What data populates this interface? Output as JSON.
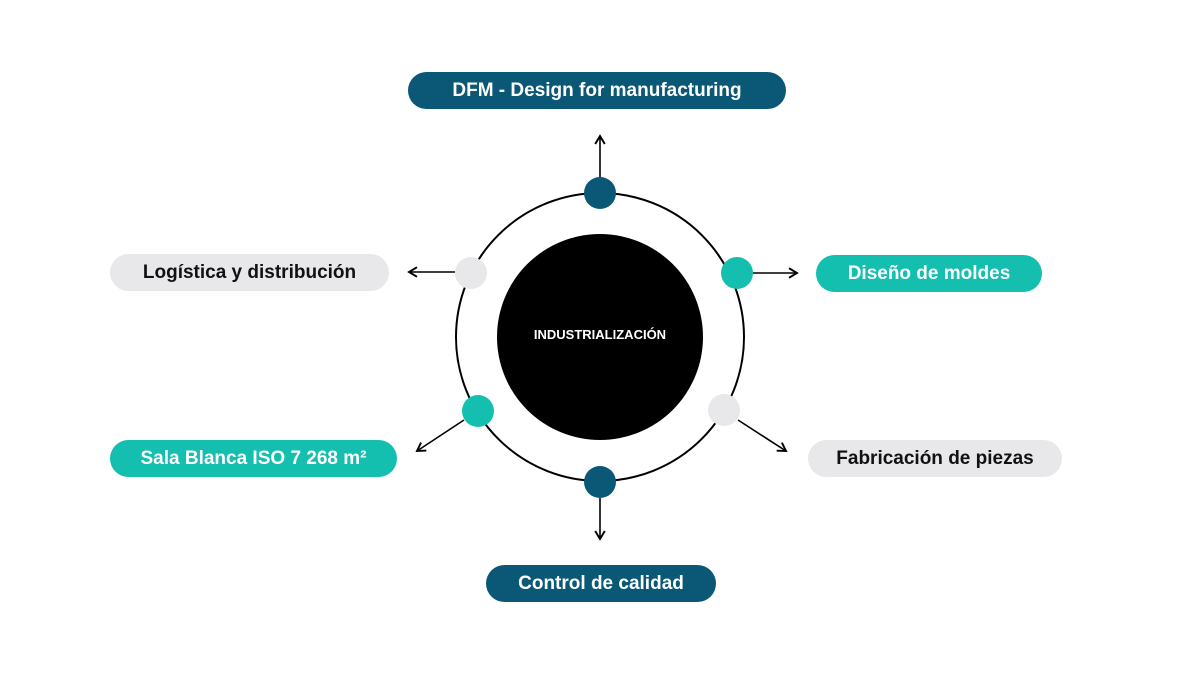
{
  "center": {
    "label": "INDUSTRIALIZACIÓN"
  },
  "nodes": [
    {
      "label": "DFM  - Design for manufacturing",
      "style": "dark"
    },
    {
      "label": "Diseño de moldes",
      "style": "teal"
    },
    {
      "label": "Fabricación de piezas",
      "style": "gray"
    },
    {
      "label": "Control de calidad",
      "style": "dark"
    },
    {
      "label": "Sala Blanca ISO 7 268 m²",
      "style": "teal"
    },
    {
      "label": "Logística y distribución",
      "style": "gray"
    }
  ],
  "colors": {
    "dark": "#0b5876",
    "teal": "#14bfb0",
    "gray": "#e8e8ea",
    "center": "#000000"
  }
}
